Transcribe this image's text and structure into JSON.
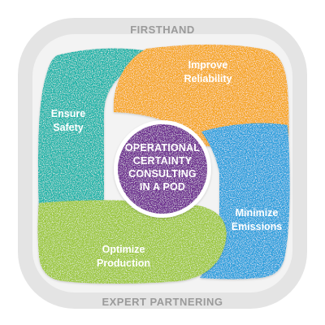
{
  "frame": {
    "top_label": "FIRSTHAND",
    "bottom_label": "EXPERT PARTNERING",
    "colors": {
      "outer": "#e4e4e4",
      "inner": "#f3f3f3"
    }
  },
  "center": {
    "lines": [
      "OPERATIONAL",
      "CERTAINTY",
      "CONSULTING",
      "IN A POD"
    ],
    "color": "#6c2a8e"
  },
  "petals": [
    {
      "id": "ensure-safety",
      "lines": [
        "Ensure",
        "Safety"
      ],
      "color": "#1bb3a8"
    },
    {
      "id": "improve-reliability",
      "lines": [
        "Improve",
        "Reliability"
      ],
      "color": "#f5a623"
    },
    {
      "id": "minimize-emissions",
      "lines": [
        "Minimize",
        "Emissions"
      ],
      "color": "#2a9fdc"
    },
    {
      "id": "optimize-production",
      "lines": [
        "Optimize",
        "Production"
      ],
      "color": "#9cc73e"
    }
  ]
}
